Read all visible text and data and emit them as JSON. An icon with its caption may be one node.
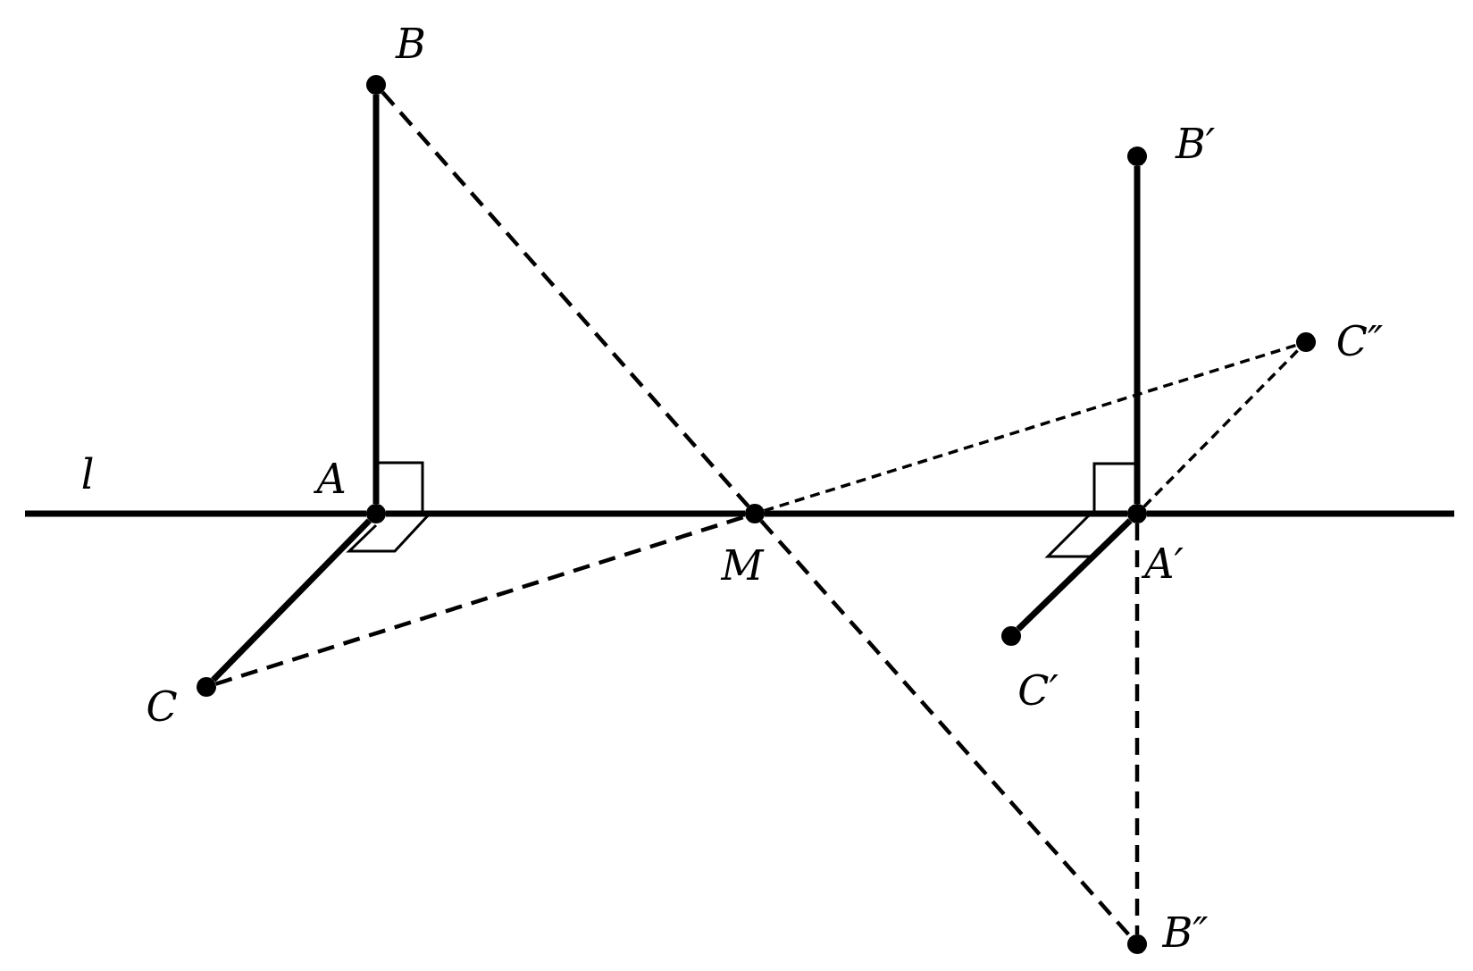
{
  "diagram": {
    "nodes": [
      {
        "text": [
          "B"
        ]
      },
      {
        "text": [
          "A"
        ]
      },
      {
        "text": [
          "M"
        ]
      },
      {
        "text": [
          "C"
        ]
      },
      {
        "text": [
          "B′"
        ]
      },
      {
        "text": [
          "A′"
        ]
      },
      {
        "text": [
          "C′"
        ]
      },
      {
        "text": [
          "C″"
        ]
      },
      {
        "text": [
          "B″"
        ]
      }
    ],
    "edges": [
      {
        "from": null,
        "to": 1,
        "arrow": "none"
      },
      {
        "from": 1,
        "to": 2,
        "arrow": "none"
      },
      {
        "from": 2,
        "to": 5,
        "arrow": "none"
      },
      {
        "from": 5,
        "to": null,
        "arrow": "none"
      },
      {
        "from": 1,
        "to": 0,
        "arrow": "none"
      },
      {
        "from": 1,
        "to": 3,
        "arrow": "none"
      },
      {
        "from": 0,
        "to": 2,
        "arrow": "none",
        "style": "dashed"
      },
      {
        "from": 2,
        "to": 8,
        "arrow": "none",
        "style": "dashed"
      },
      {
        "from": 3,
        "to": 2,
        "arrow": "none",
        "style": "dashed"
      },
      {
        "from": 2,
        "to": 7,
        "arrow": "none",
        "style": "dashed"
      },
      {
        "from": 5,
        "to": 4,
        "arrow": "none"
      },
      {
        "from": 5,
        "to": 6,
        "arrow": "none"
      },
      {
        "from": 5,
        "to": 7,
        "arrow": "none",
        "style": "dashed"
      },
      {
        "from": 5,
        "to": 8,
        "arrow": "none",
        "style": "dashed"
      }
    ],
    "labels": [
      "l"
    ]
  }
}
